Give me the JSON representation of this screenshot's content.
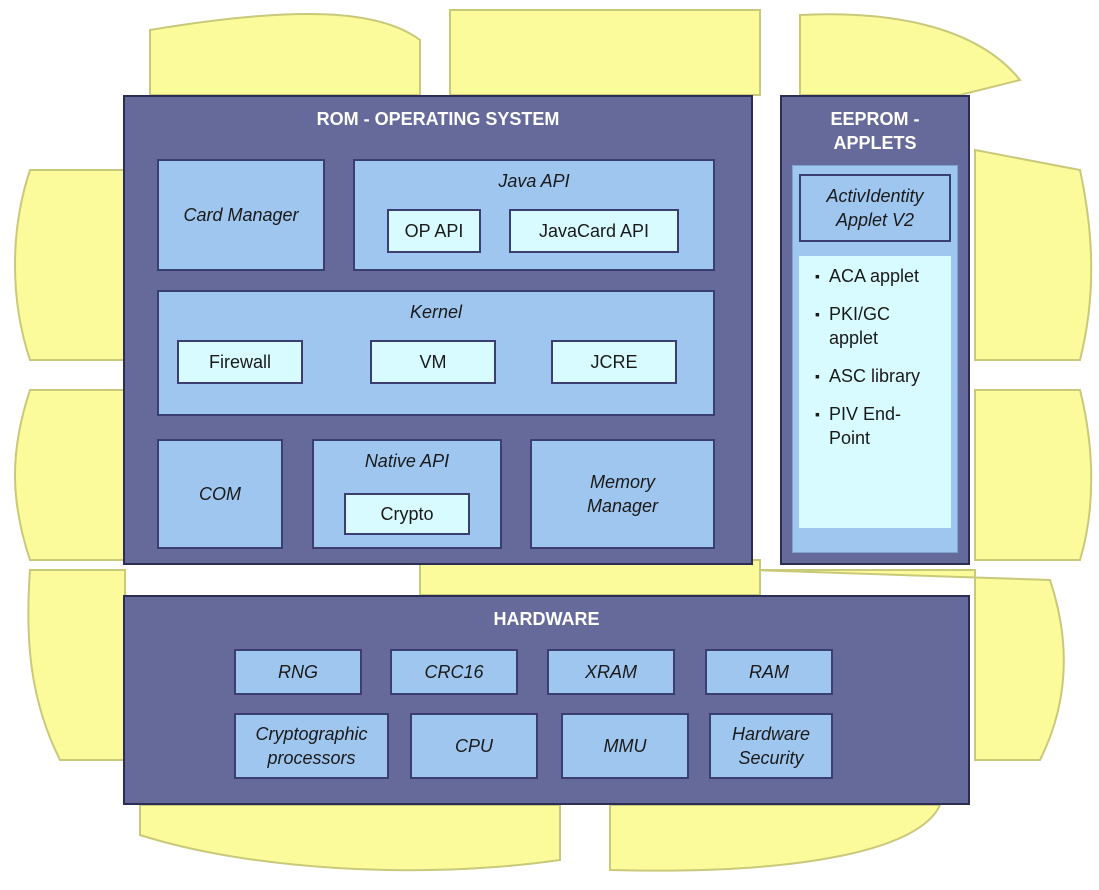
{
  "rom": {
    "title": "ROM - OPERATING SYSTEM",
    "card_manager": "Card Manager",
    "java_api": {
      "label": "Java API",
      "op_api": "OP API",
      "javacard_api": "JavaCard API"
    },
    "kernel": {
      "label": "Kernel",
      "firewall": "Firewall",
      "vm": "VM",
      "jcre": "JCRE"
    },
    "com": "COM",
    "native_api": {
      "label": "Native API",
      "crypto": "Crypto"
    },
    "memory_manager": "Memory Manager"
  },
  "eeprom": {
    "title_line1": "EEPROM -",
    "title_line2": "APPLETS",
    "applet_box": "ActivIdentity Applet V2",
    "bullet_glyph": "▪",
    "items": [
      "ACA applet",
      "PKI/GC applet",
      "ASC library",
      "PIV End-Point"
    ]
  },
  "hardware": {
    "title": "HARDWARE",
    "row1": [
      "RNG",
      "CRC16",
      "XRAM",
      "RAM"
    ],
    "row2": [
      "Cryptographic processors",
      "CPU",
      "MMU",
      "Hardware Security"
    ]
  },
  "colors": {
    "panel": "#666a9a",
    "box": "#9fc6ef",
    "inner": "#d8fbff",
    "background_shape": "#fbfb9c"
  }
}
